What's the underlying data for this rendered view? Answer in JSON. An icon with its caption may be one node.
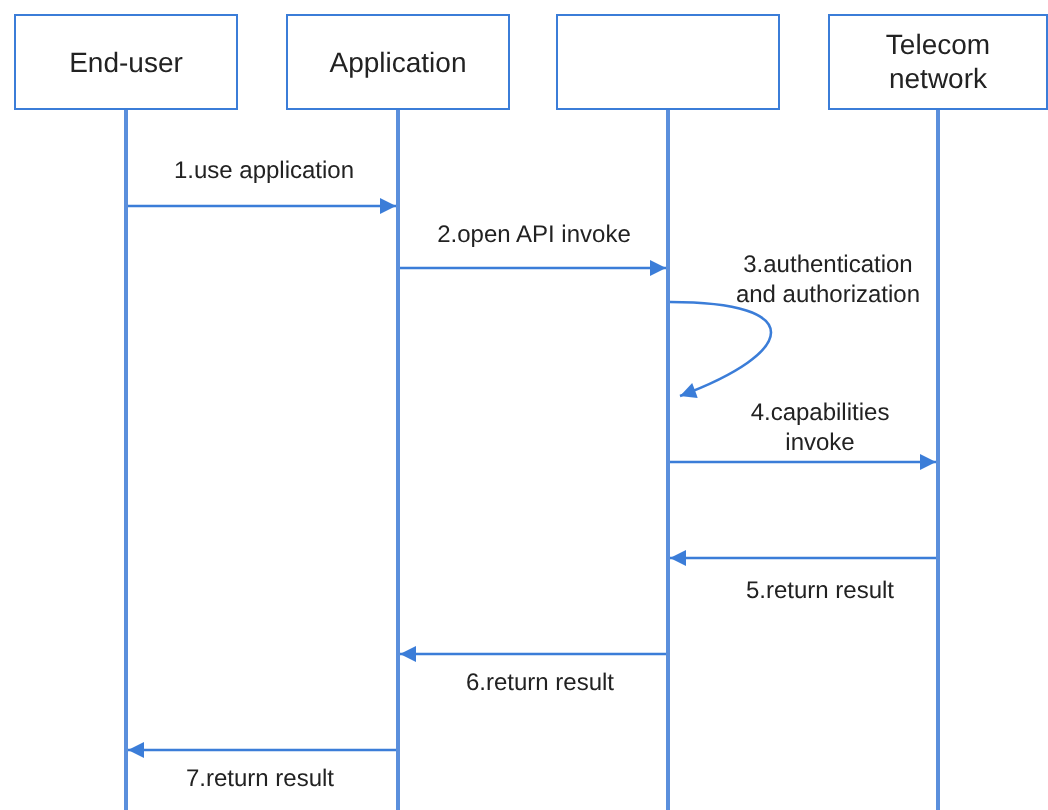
{
  "diagram": {
    "nodes": [
      {
        "text": [
          "End-user"
        ]
      },
      {
        "text": [
          "Application"
        ]
      },
      {
        "text": [],
        "shape": "box"
      },
      {
        "text": [
          "Telecom network"
        ]
      }
    ],
    "edges": [
      {
        "from": 0,
        "to": 1,
        "arrow": "to",
        "label": "1.use application"
      },
      {
        "from": 1,
        "to": 2,
        "arrow": "to",
        "label": "2.open API invoke"
      },
      {
        "from": 2,
        "to": 2,
        "arrow": "to",
        "label": "3.authentication and authorization"
      },
      {
        "from": 2,
        "to": 3,
        "arrow": "to",
        "label": "4.capabilities invoke"
      },
      {
        "from": 3,
        "to": 2,
        "arrow": "to",
        "label": "5.return result"
      },
      {
        "from": 2,
        "to": 1,
        "arrow": "to",
        "label": "6.return result"
      },
      {
        "from": 1,
        "to": 0,
        "arrow": "to",
        "label": "7.return result"
      }
    ]
  }
}
